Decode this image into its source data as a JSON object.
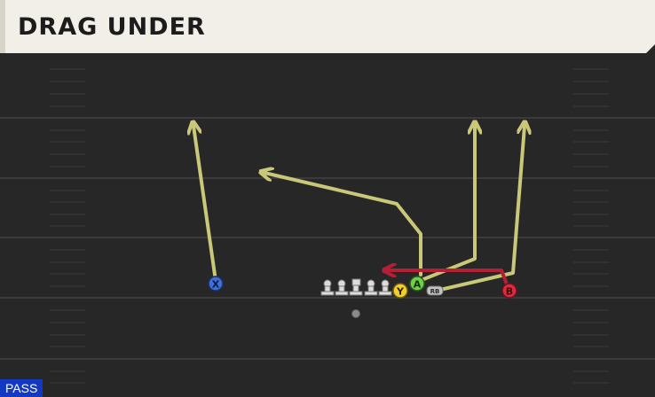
{
  "play": {
    "title": "DRAG UNDER",
    "badge": "PASS"
  },
  "players": {
    "x": "X",
    "y": "Y",
    "a": "A",
    "b": "B",
    "rb": "RB"
  },
  "colors": {
    "title_bg": "#f2efe8",
    "field": "#272727",
    "yard_line": "#3a3a3a",
    "route_primary": "#c8c878",
    "route_hot": "#b51f36",
    "player_x": "#3f6fd6",
    "player_y": "#f3cf2e",
    "player_a": "#6cd048",
    "player_b": "#dc2a3e",
    "badge": "#1238c4"
  }
}
